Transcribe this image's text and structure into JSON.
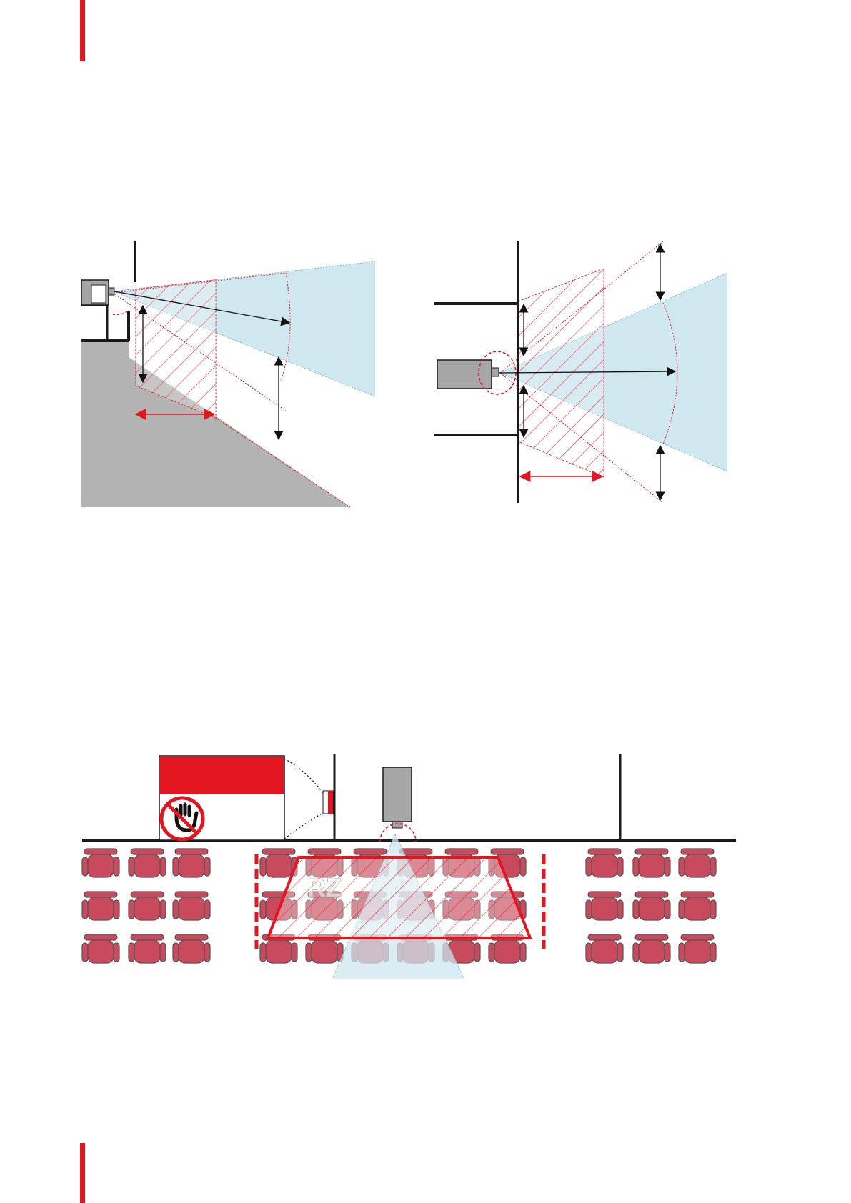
{
  "page": {
    "accent_color": "#e3161f",
    "hazard_color": "#e3161f",
    "beam_color": "#cfe7ef",
    "floor_color": "#b3b3b3",
    "seat_color": "#c84a5c",
    "projector_color": "#a6a6a6"
  },
  "diagrams": {
    "side_view": {
      "kind": "rear/floor mounted projector, side view",
      "icon": "projector-side-icon"
    },
    "top_view": {
      "kind": "wall mounted projector, top view",
      "icon": "projector-top-icon"
    },
    "theater_view": {
      "kind": "auditorium seating with restricted zone",
      "restricted_zone_label": "RZ",
      "warning_sign_icon": "no-touch-hand-icon",
      "seat_block_rows": 3,
      "seat_block_cols": [
        3,
        6,
        3
      ]
    }
  }
}
